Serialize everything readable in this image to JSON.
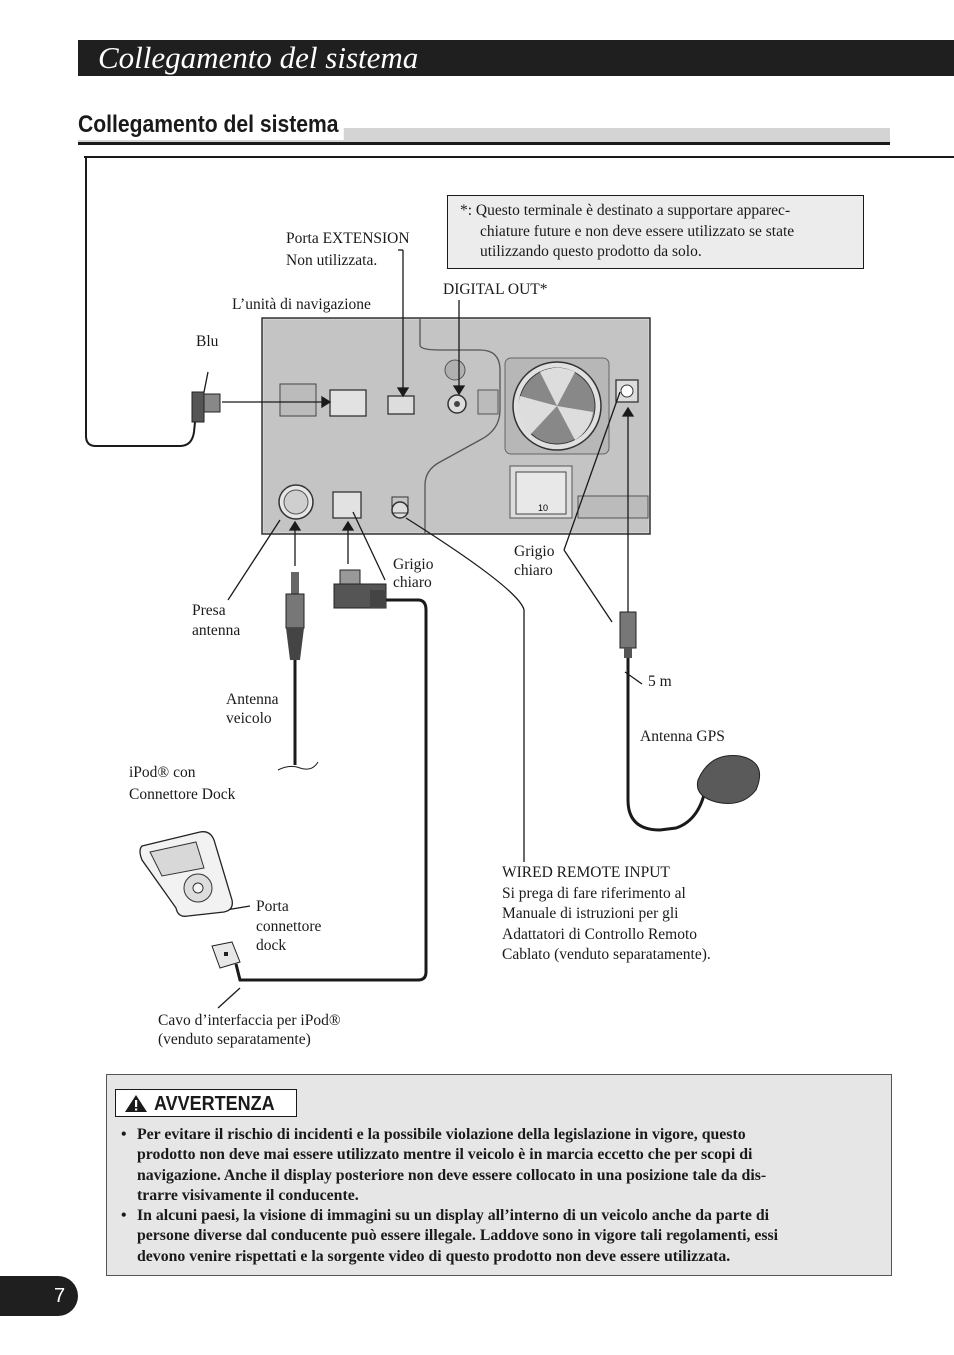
{
  "header": {
    "banner_title": "Collegamento del sistema"
  },
  "section": {
    "title": "Collegamento del sistema"
  },
  "note": {
    "line1": "*: Questo terminale è destinato a supportare apparec-",
    "line2": "chiature future e non deve essere utilizzato se state",
    "line3": "utilizzando questo prodotto da solo."
  },
  "labels": {
    "porta_extension": "Porta EXTENSION",
    "non_utilizzata": "Non utilizzata.",
    "unita_navigazione": "L’unità di navigazione",
    "digital_out": "DIGITAL OUT*",
    "blu": "Blu",
    "grigio_chiaro_1a": "Grigio",
    "grigio_chiaro_1b": "chiaro",
    "grigio_chiaro_2a": "Grigio",
    "grigio_chiaro_2b": "chiaro",
    "presa_antenna_a": "Presa",
    "presa_antenna_b": "antenna",
    "antenna_veicolo_a": "Antenna",
    "antenna_veicolo_b": "veicolo",
    "cinque_m": "5 m",
    "antenna_gps": "Antenna GPS",
    "ipod_a": "iPod® con",
    "ipod_b": "Connettore Dock",
    "porta_connettore_a": "Porta",
    "porta_connettore_b": "connettore",
    "porta_connettore_c": "dock",
    "wired_remote": "WIRED REMOTE INPUT",
    "wired_1": "Si prega di fare riferimento al",
    "wired_2": "Manuale di istruzioni per gli",
    "wired_3": "Adattatori di Controllo Remoto",
    "wired_4": "Cablato (venduto separatamente).",
    "cavo_a": "Cavo d’interfaccia per iPod®",
    "cavo_b": "(venduto separatamente)",
    "connector_number": "10"
  },
  "warning": {
    "title": "AVVERTENZA",
    "bullet1": [
      "Per evitare il rischio di incidenti e la possibile violazione della legislazione in vigore, questo",
      "prodotto non deve mai essere utilizzato mentre il veicolo è in marcia eccetto che per scopi di",
      "navigazione. Anche il display posteriore non deve essere collocato in una posizione tale da dis-",
      "trarre visivamente il conducente."
    ],
    "bullet2": [
      "In alcuni paesi, la visione di immagini su un display all’interno di un veicolo anche da parte di",
      "persone diverse dal conducente può essere illegale. Laddove sono in vigore tali regolamenti, essi",
      "devono venire rispettati e la sorgente video di questo prodotto non deve essere utilizzata."
    ]
  },
  "footer": {
    "page_number": "7"
  }
}
